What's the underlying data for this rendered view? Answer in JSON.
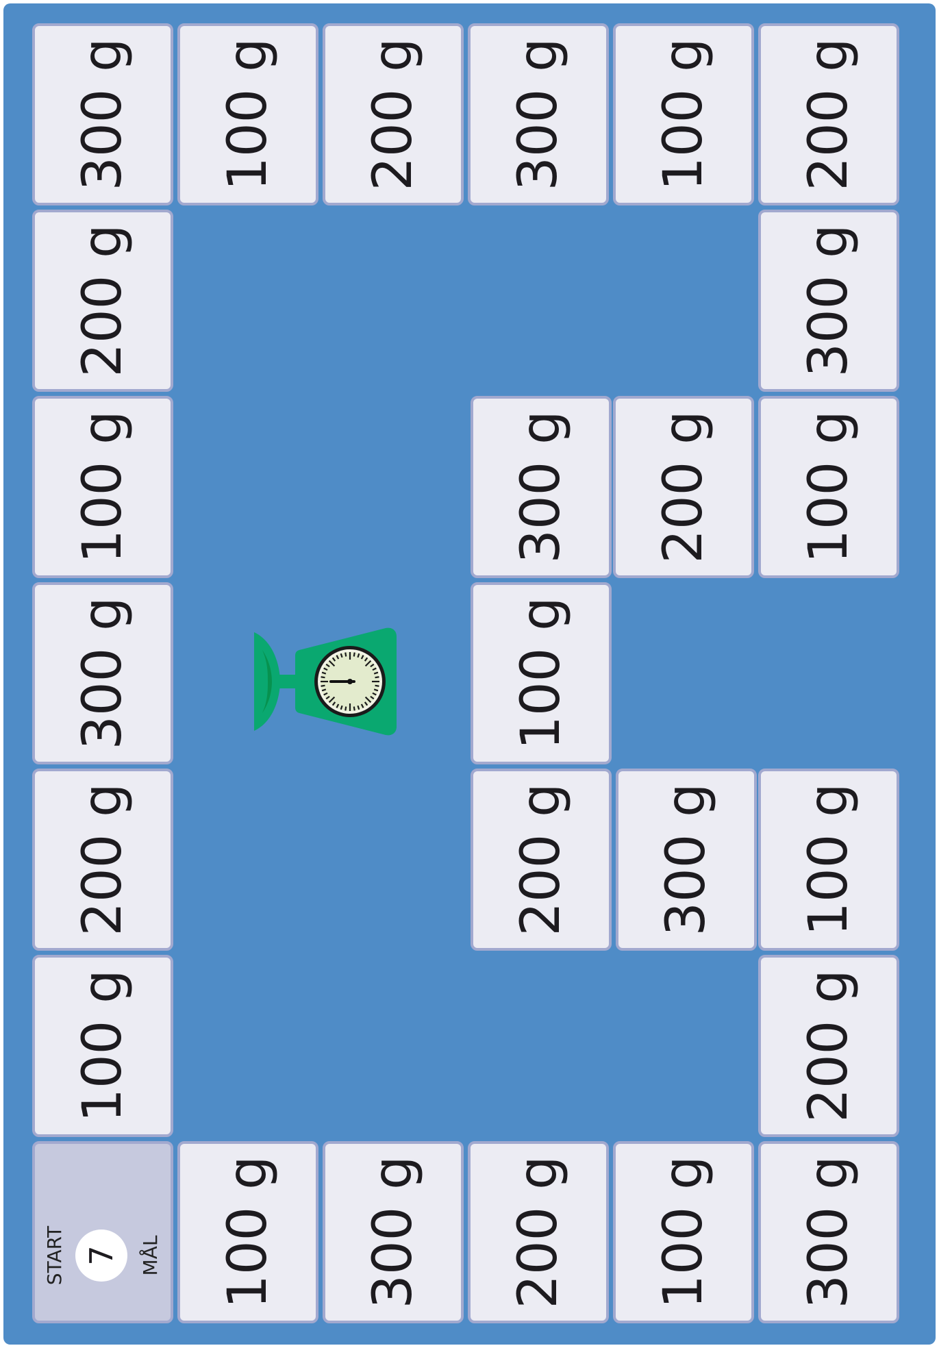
{
  "board": {
    "start": {
      "start_label": "START",
      "number": "7",
      "goal_label": "MÅL"
    },
    "weights": {
      "top": [
        "300 g",
        "100 g",
        "200 g",
        "300 g",
        "100 g",
        "200 g"
      ],
      "left": [
        "200 g",
        "100 g",
        "300 g",
        "200 g",
        "100 g"
      ],
      "right": [
        "300 g",
        "100 g",
        "",
        "100 g",
        "200 g"
      ],
      "inner": [
        "300 g",
        "200 g",
        "100 g",
        "200 g",
        "300 g"
      ],
      "bottom": [
        "100 g",
        "300 g",
        "200 g",
        "100 g",
        "300 g"
      ]
    },
    "colors": {
      "board": "#4f8cc7",
      "cell": "#ececf3",
      "cell_border": "#a2a9cf",
      "start_cell": "#c6c9de",
      "scale": "#0aa870"
    },
    "icons": [
      "kitchen-scale-icon"
    ]
  }
}
